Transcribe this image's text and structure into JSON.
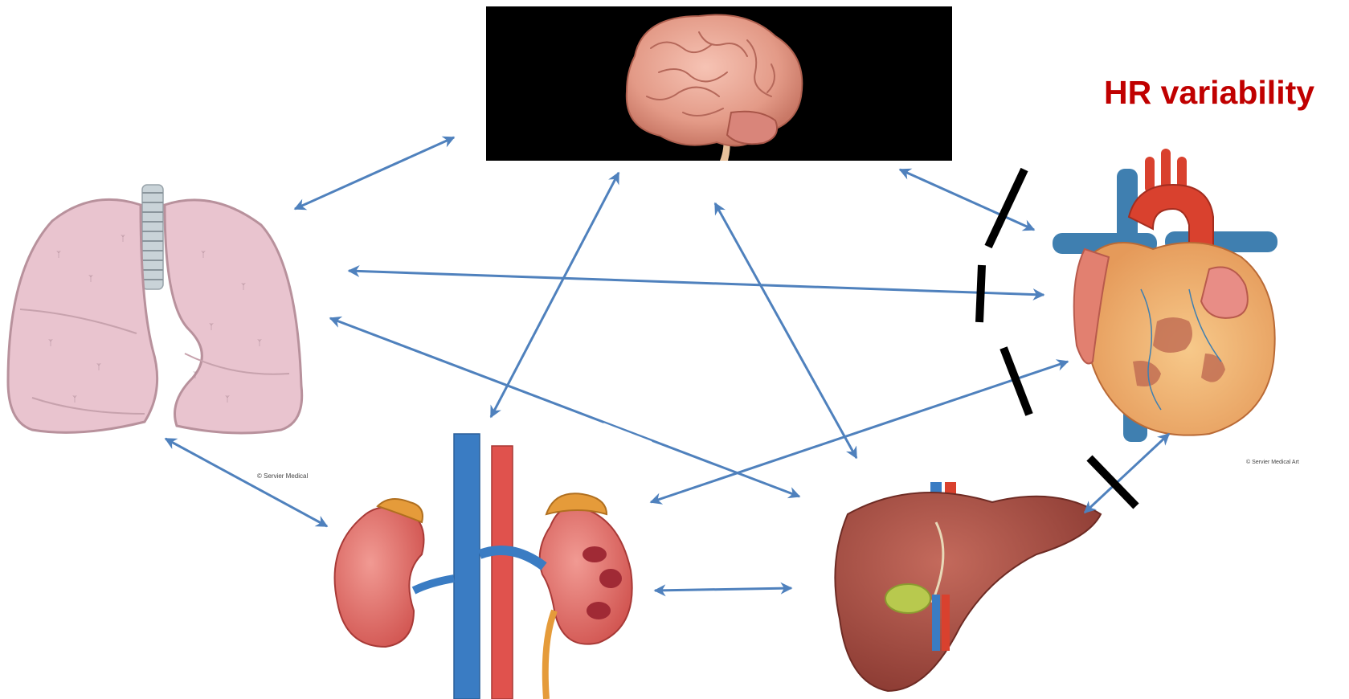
{
  "labels": {
    "hr_variability": "HR variability",
    "lungs_credit": "© Servier Medical",
    "heart_credit": "© Servier Medical Art"
  },
  "colors": {
    "arrow": "#4f81bd",
    "hr_label": "#c00000",
    "blocker": "#000000",
    "brain_background": "#000000"
  },
  "organs": [
    "brain",
    "lungs",
    "heart",
    "kidneys",
    "liver"
  ],
  "connections": [
    {
      "from": "lungs",
      "to": "brain"
    },
    {
      "from": "brain",
      "to": "heart",
      "blocked": true
    },
    {
      "from": "lungs",
      "to": "heart",
      "blocked": true
    },
    {
      "from": "kidneys",
      "to": "heart",
      "blocked": true
    },
    {
      "from": "liver",
      "to": "heart",
      "blocked": true
    },
    {
      "from": "brain",
      "to": "kidneys"
    },
    {
      "from": "brain",
      "to": "liver"
    },
    {
      "from": "lungs",
      "to": "liver"
    },
    {
      "from": "lungs",
      "to": "kidneys"
    },
    {
      "from": "kidneys",
      "to": "liver"
    }
  ]
}
